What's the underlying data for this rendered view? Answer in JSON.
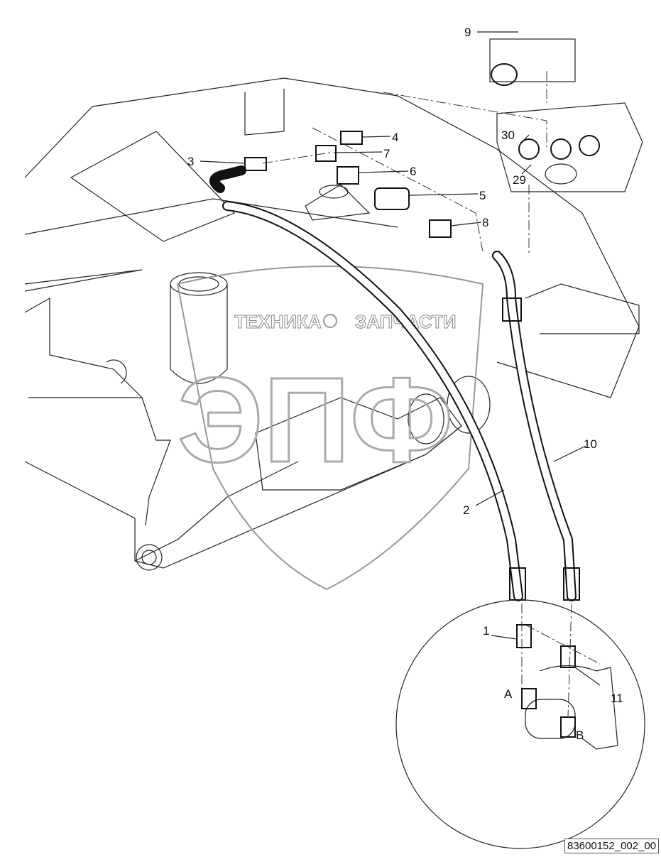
{
  "diagram": {
    "reference_code": "83600152_002_00",
    "callouts": [
      "1",
      "2",
      "3",
      "4",
      "5",
      "6",
      "7",
      "8",
      "9",
      "10",
      "11",
      "29",
      "30",
      "A",
      "B"
    ],
    "watermark": {
      "top_text_left": "ТЕХНИКА",
      "top_text_right": "ЗАПЧАСТИ",
      "monogram": "ЭПФ",
      "icon": "gear-icon"
    }
  }
}
